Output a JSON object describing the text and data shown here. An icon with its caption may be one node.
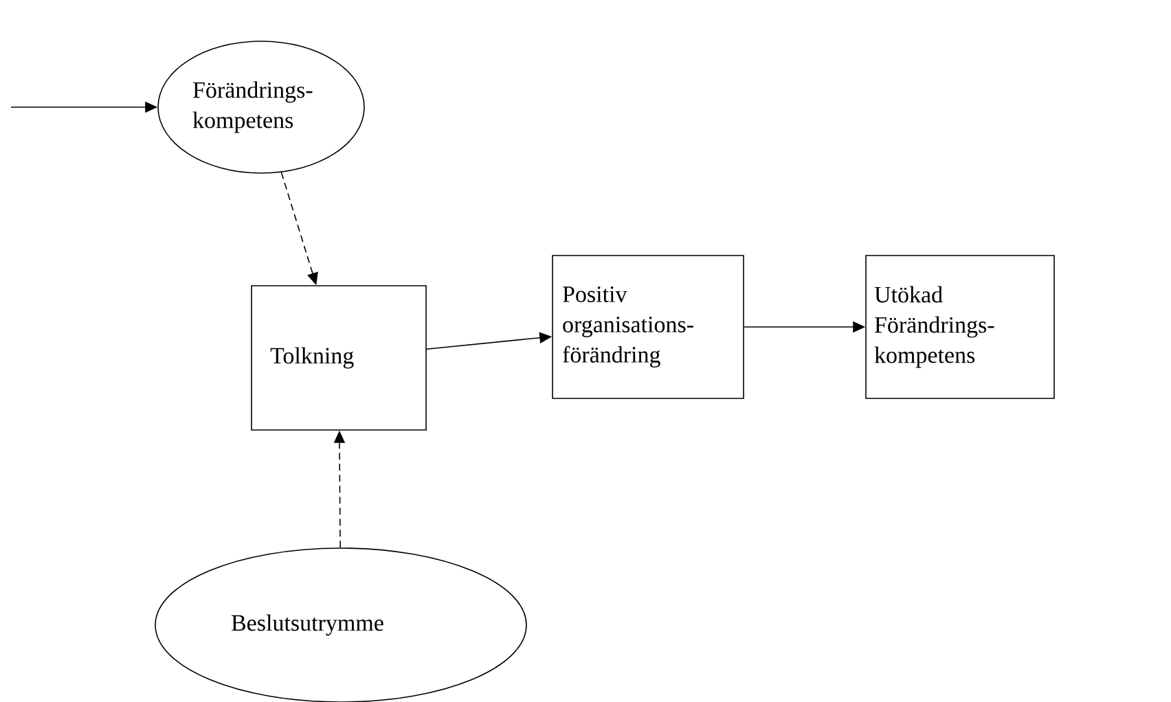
{
  "diagram": {
    "nodes": [
      {
        "text": [
          "Förändrings- kompetens"
        ]
      },
      {
        "text": [
          "Tolkning"
        ]
      },
      {
        "text": [
          "Positiv organisations- förändring"
        ]
      },
      {
        "text": [
          "Utökad Förändrings- kompetens"
        ]
      },
      {
        "text": [
          "Beslutsutrymme"
        ]
      }
    ],
    "edges": [
      {
        "from": null,
        "to": 0,
        "arrow": "to"
      },
      {
        "from": 0,
        "to": 1,
        "arrow": "to",
        "style": "dashed"
      },
      {
        "from": 4,
        "to": 1,
        "arrow": "to",
        "style": "dashed"
      },
      {
        "from": 1,
        "to": 2,
        "arrow": "to"
      },
      {
        "from": 2,
        "to": 3,
        "arrow": "to"
      }
    ]
  }
}
